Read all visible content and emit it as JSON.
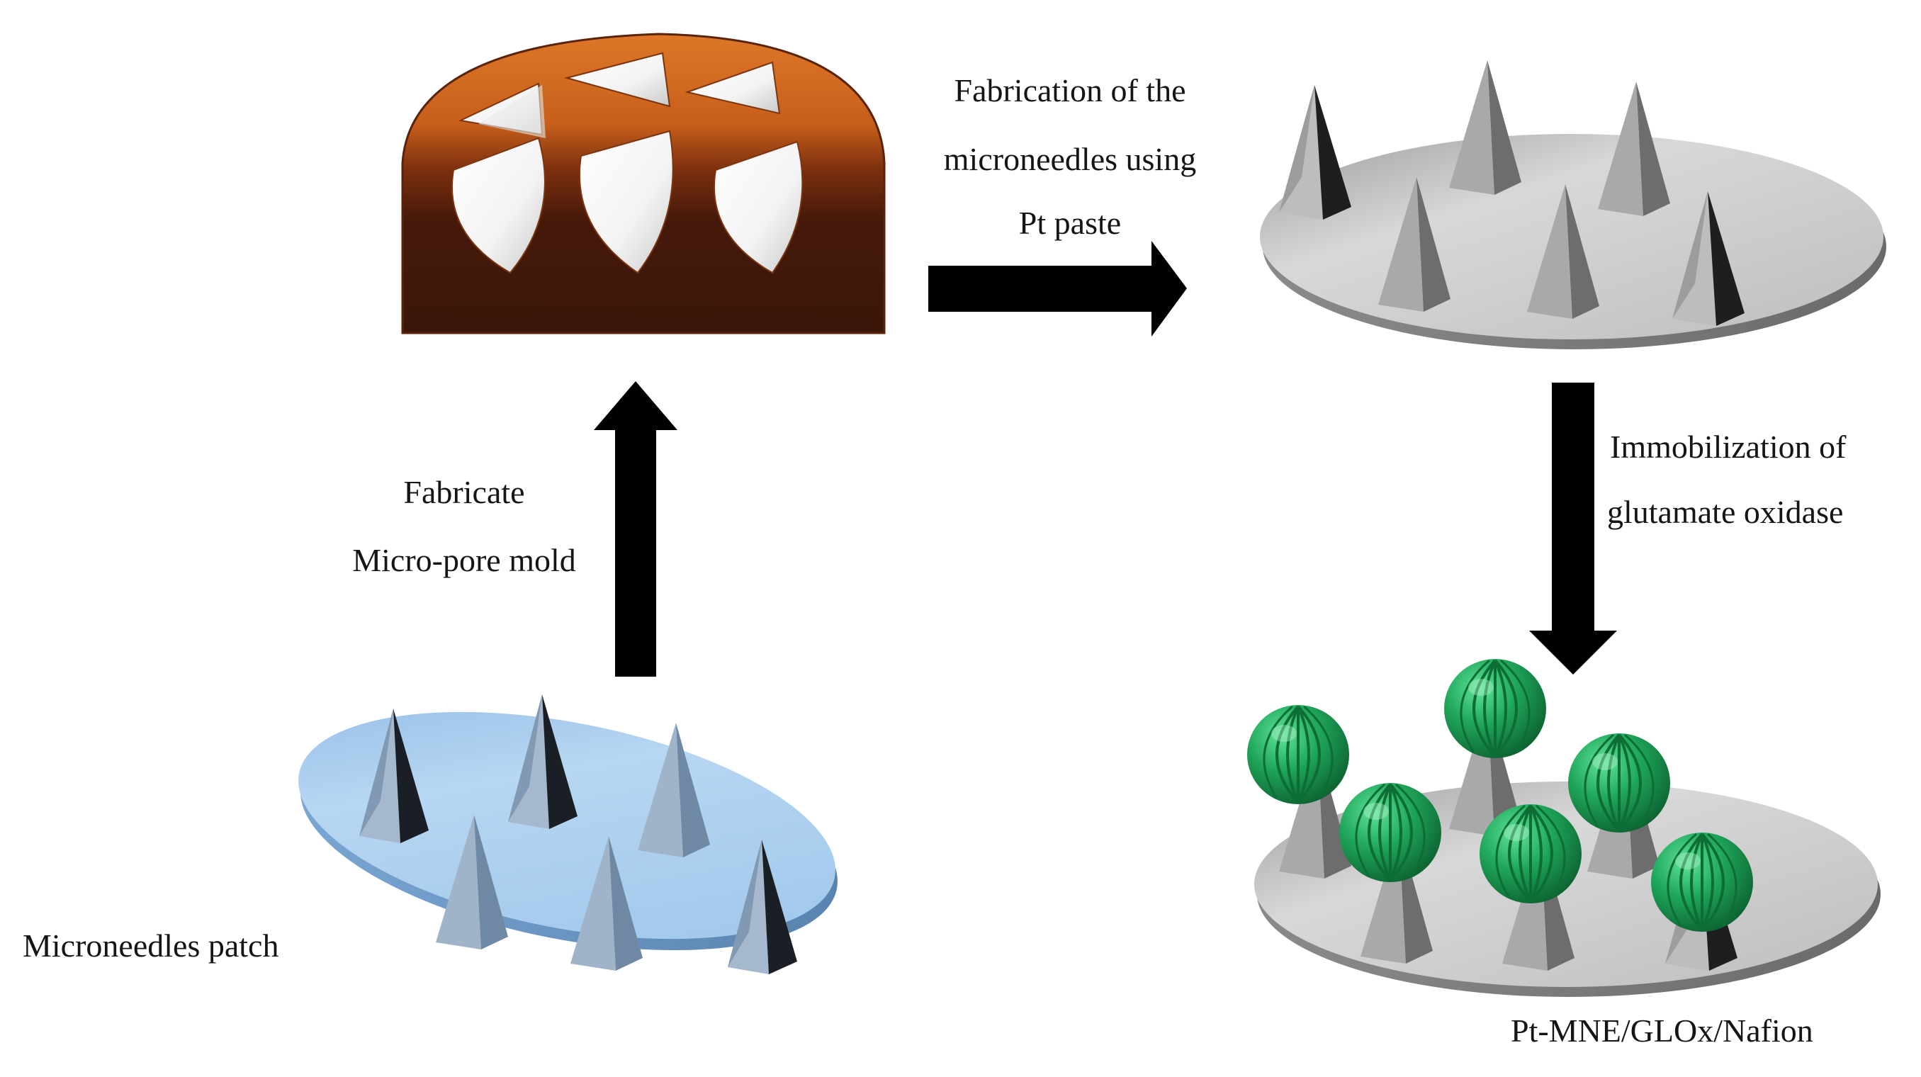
{
  "labels": {
    "fabricate_line1": "Fabricate",
    "fabricate_line2": "Micro-pore mold",
    "fabrication_line1": "Fabrication of the",
    "fabrication_line2": "microneedles using",
    "fabrication_line3": "Pt paste",
    "immobilization_line1": "Immobilization of",
    "immobilization_line2": "glutamate oxidase",
    "patch": "Microneedles patch",
    "final": "Pt-MNE/GLOx/Nafion"
  },
  "colors": {
    "mold_orange": "#d4671f",
    "mold_dark": "#3a1608",
    "pt_grey": "#c6c6c6",
    "patch_blue": "#a9cdee",
    "enzyme_green": "#1fa65a",
    "arrow": "#000000"
  }
}
